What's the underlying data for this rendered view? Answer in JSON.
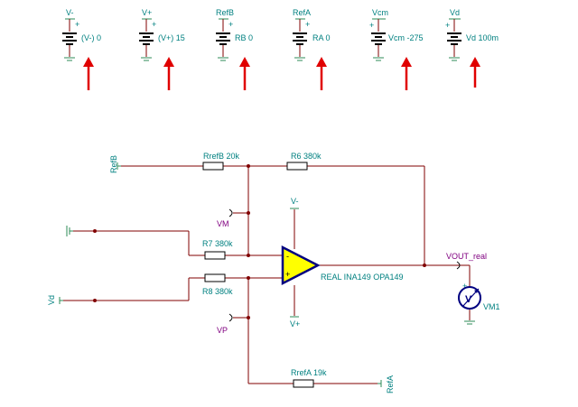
{
  "sources": [
    {
      "name": "V-",
      "value": "(V-) 0"
    },
    {
      "name": "V+",
      "value": "(V+) 15"
    },
    {
      "name": "RefB",
      "value": "RB 0"
    },
    {
      "name": "RefA",
      "value": "RA 0"
    },
    {
      "name": "Vcm",
      "value": "Vcm -275"
    },
    {
      "name": "Vd",
      "value": "Vd 100m"
    }
  ],
  "resistors": {
    "rrefb": "RrefB 20k",
    "r6": "R6 380k",
    "r7": "R7 380k",
    "r8": "R8 380k",
    "rrefa": "RrefA 19k"
  },
  "nodes": {
    "refb": "RefB",
    "vd": "Vd",
    "vm": "VM",
    "vp": "VP",
    "refa": "RefA",
    "vminus": "V-",
    "vplus": "V+",
    "vout": "VOUT_real"
  },
  "opamp": {
    "label": "REAL INA149 OPA149",
    "minus": "-",
    "plus": "+"
  },
  "meter": {
    "label": "VM1",
    "symbol": "V"
  },
  "colors": {
    "wire": "#800000",
    "label": "#008080",
    "node_label": "#800080",
    "arrow": "#e00000",
    "opamp_fill": "#ffff00",
    "ground": "#2e8b57"
  }
}
